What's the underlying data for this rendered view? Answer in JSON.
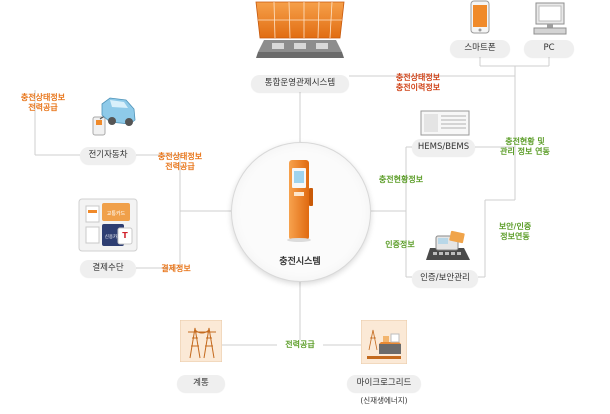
{
  "center": {
    "label": "충전시스템"
  },
  "nodes": {
    "control": "통합운영관제시스템",
    "smartphone": "스마트폰",
    "pc": "PC",
    "ev": "전기자동차",
    "hems": "HEMS/BEMS",
    "payment": "결제수단",
    "auth": "인증/보안관리",
    "grid": "계통",
    "microgrid": "마이크로그리드",
    "microgrid_sub": "(신재생에너지)"
  },
  "annotations": {
    "ev_top_1": "충전상태정보",
    "ev_top_2": "전력공급",
    "ev_side_1": "충전상태정보",
    "ev_side_2": "전력공급",
    "control_1": "충전상태정보",
    "control_2": "충전이력정보",
    "hems_side_1": "충전현황 및",
    "hems_side_2": "관리 정보 연동",
    "center_right": "충전현황정보",
    "auth_side": "인증정보",
    "auth_right_1": "보안/인증",
    "auth_right_2": "정보연동",
    "payment_info": "결제정보",
    "power_supply": "전력공급"
  },
  "payment_cards": {
    "card_a": "교통카드",
    "card_b": "신용카드",
    "card_c": "T"
  },
  "colors": {
    "orange": "#e8761b",
    "green": "#5d9e2a",
    "red": "#d0451b",
    "line": "#cfcfcf",
    "pill": "#efefef"
  }
}
